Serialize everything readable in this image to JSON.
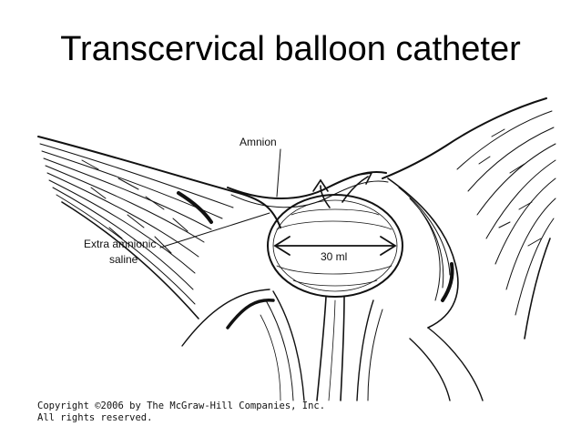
{
  "slide": {
    "title": "Transcervical balloon catheter"
  },
  "diagram": {
    "labels": {
      "amnion": "Amnion",
      "extra_line1": "Extra amnionic",
      "extra_line2": "saline",
      "volume": "30 ml"
    },
    "copyright": {
      "line1": "Copyright ©2006 by The McGraw-Hill Companies, Inc.",
      "line2": "All rights reserved."
    }
  },
  "colors": {
    "ink": "#111111",
    "background": "#ffffff"
  }
}
